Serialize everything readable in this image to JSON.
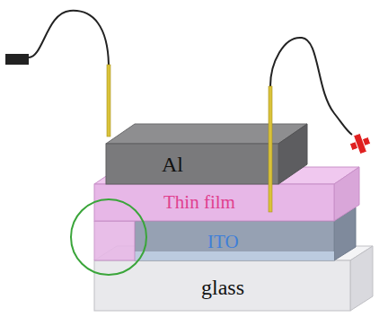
{
  "diagram": {
    "nodes": [
      {
        "text": [
          "Al"
        ]
      },
      {
        "text": [
          "Thin film"
        ]
      },
      {
        "text": [
          "ITO"
        ]
      },
      {
        "text": [
          "glass"
        ]
      }
    ]
  }
}
